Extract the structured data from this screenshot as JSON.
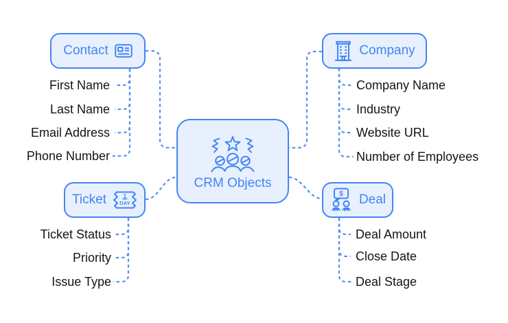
{
  "diagram": {
    "center": {
      "label": "CRM Objects",
      "icon": "team-with-stars-icon"
    },
    "nodes": [
      {
        "id": "contact",
        "label": "Contact",
        "icon": "contact-card-icon",
        "attributes": [
          "First Name",
          "Last Name",
          "Email Address",
          "Phone Number"
        ]
      },
      {
        "id": "company",
        "label": "Company",
        "icon": "office-building-icon",
        "attributes": [
          "Company Name",
          "Industry",
          "Website URL",
          "Number of Employees"
        ]
      },
      {
        "id": "ticket",
        "label": "Ticket",
        "icon": "one-day-ticket-icon",
        "icon_text": {
          "line1": "1",
          "line2": "DAY"
        },
        "attributes": [
          "Ticket Status",
          "Priority",
          "Issue Type"
        ]
      },
      {
        "id": "deal",
        "label": "Deal",
        "icon": "dollar-chat-people-icon",
        "icon_text": "$",
        "attributes": [
          "Deal Amount",
          "Close Date",
          "Deal Stage"
        ]
      }
    ],
    "colors": {
      "accent": "#4285F4",
      "node_fill": "#E8F0FE",
      "connector": "#5B8FF0",
      "attribute_text": "#141414",
      "background": "#FFFFFF"
    }
  }
}
